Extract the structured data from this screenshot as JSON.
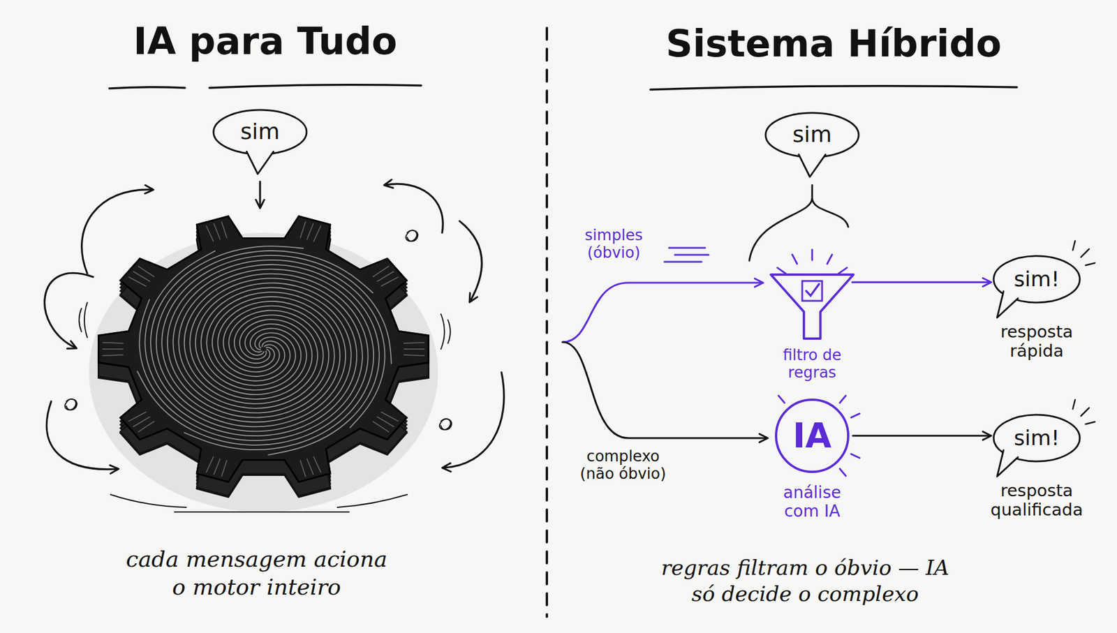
{
  "diagram": {
    "nodes": [
      {
        "text": [
          "sim"
        ]
      },
      {
        "text": [
          "sim"
        ]
      },
      {
        "text": [
          "filtro de regras"
        ]
      },
      {
        "text": [
          "IA",
          "análise com IA"
        ]
      },
      {
        "text": [
          "sim!",
          "resposta rápida"
        ]
      },
      {
        "text": [
          "sim!",
          "resposta qualificada"
        ]
      }
    ],
    "edges": [
      {
        "from": 2,
        "to": 4,
        "arrow": "to"
      },
      {
        "from": 3,
        "to": 5,
        "arrow": "to"
      }
    ],
    "labels": [
      "IA para Tudo",
      "Sistema Híbrido",
      "simples (óbvio)",
      "complexo (não óbvio)",
      "cada mensagem aciona o motor inteiro",
      "regras filtram o óbvio — IA só decide o complexo"
    ]
  }
}
